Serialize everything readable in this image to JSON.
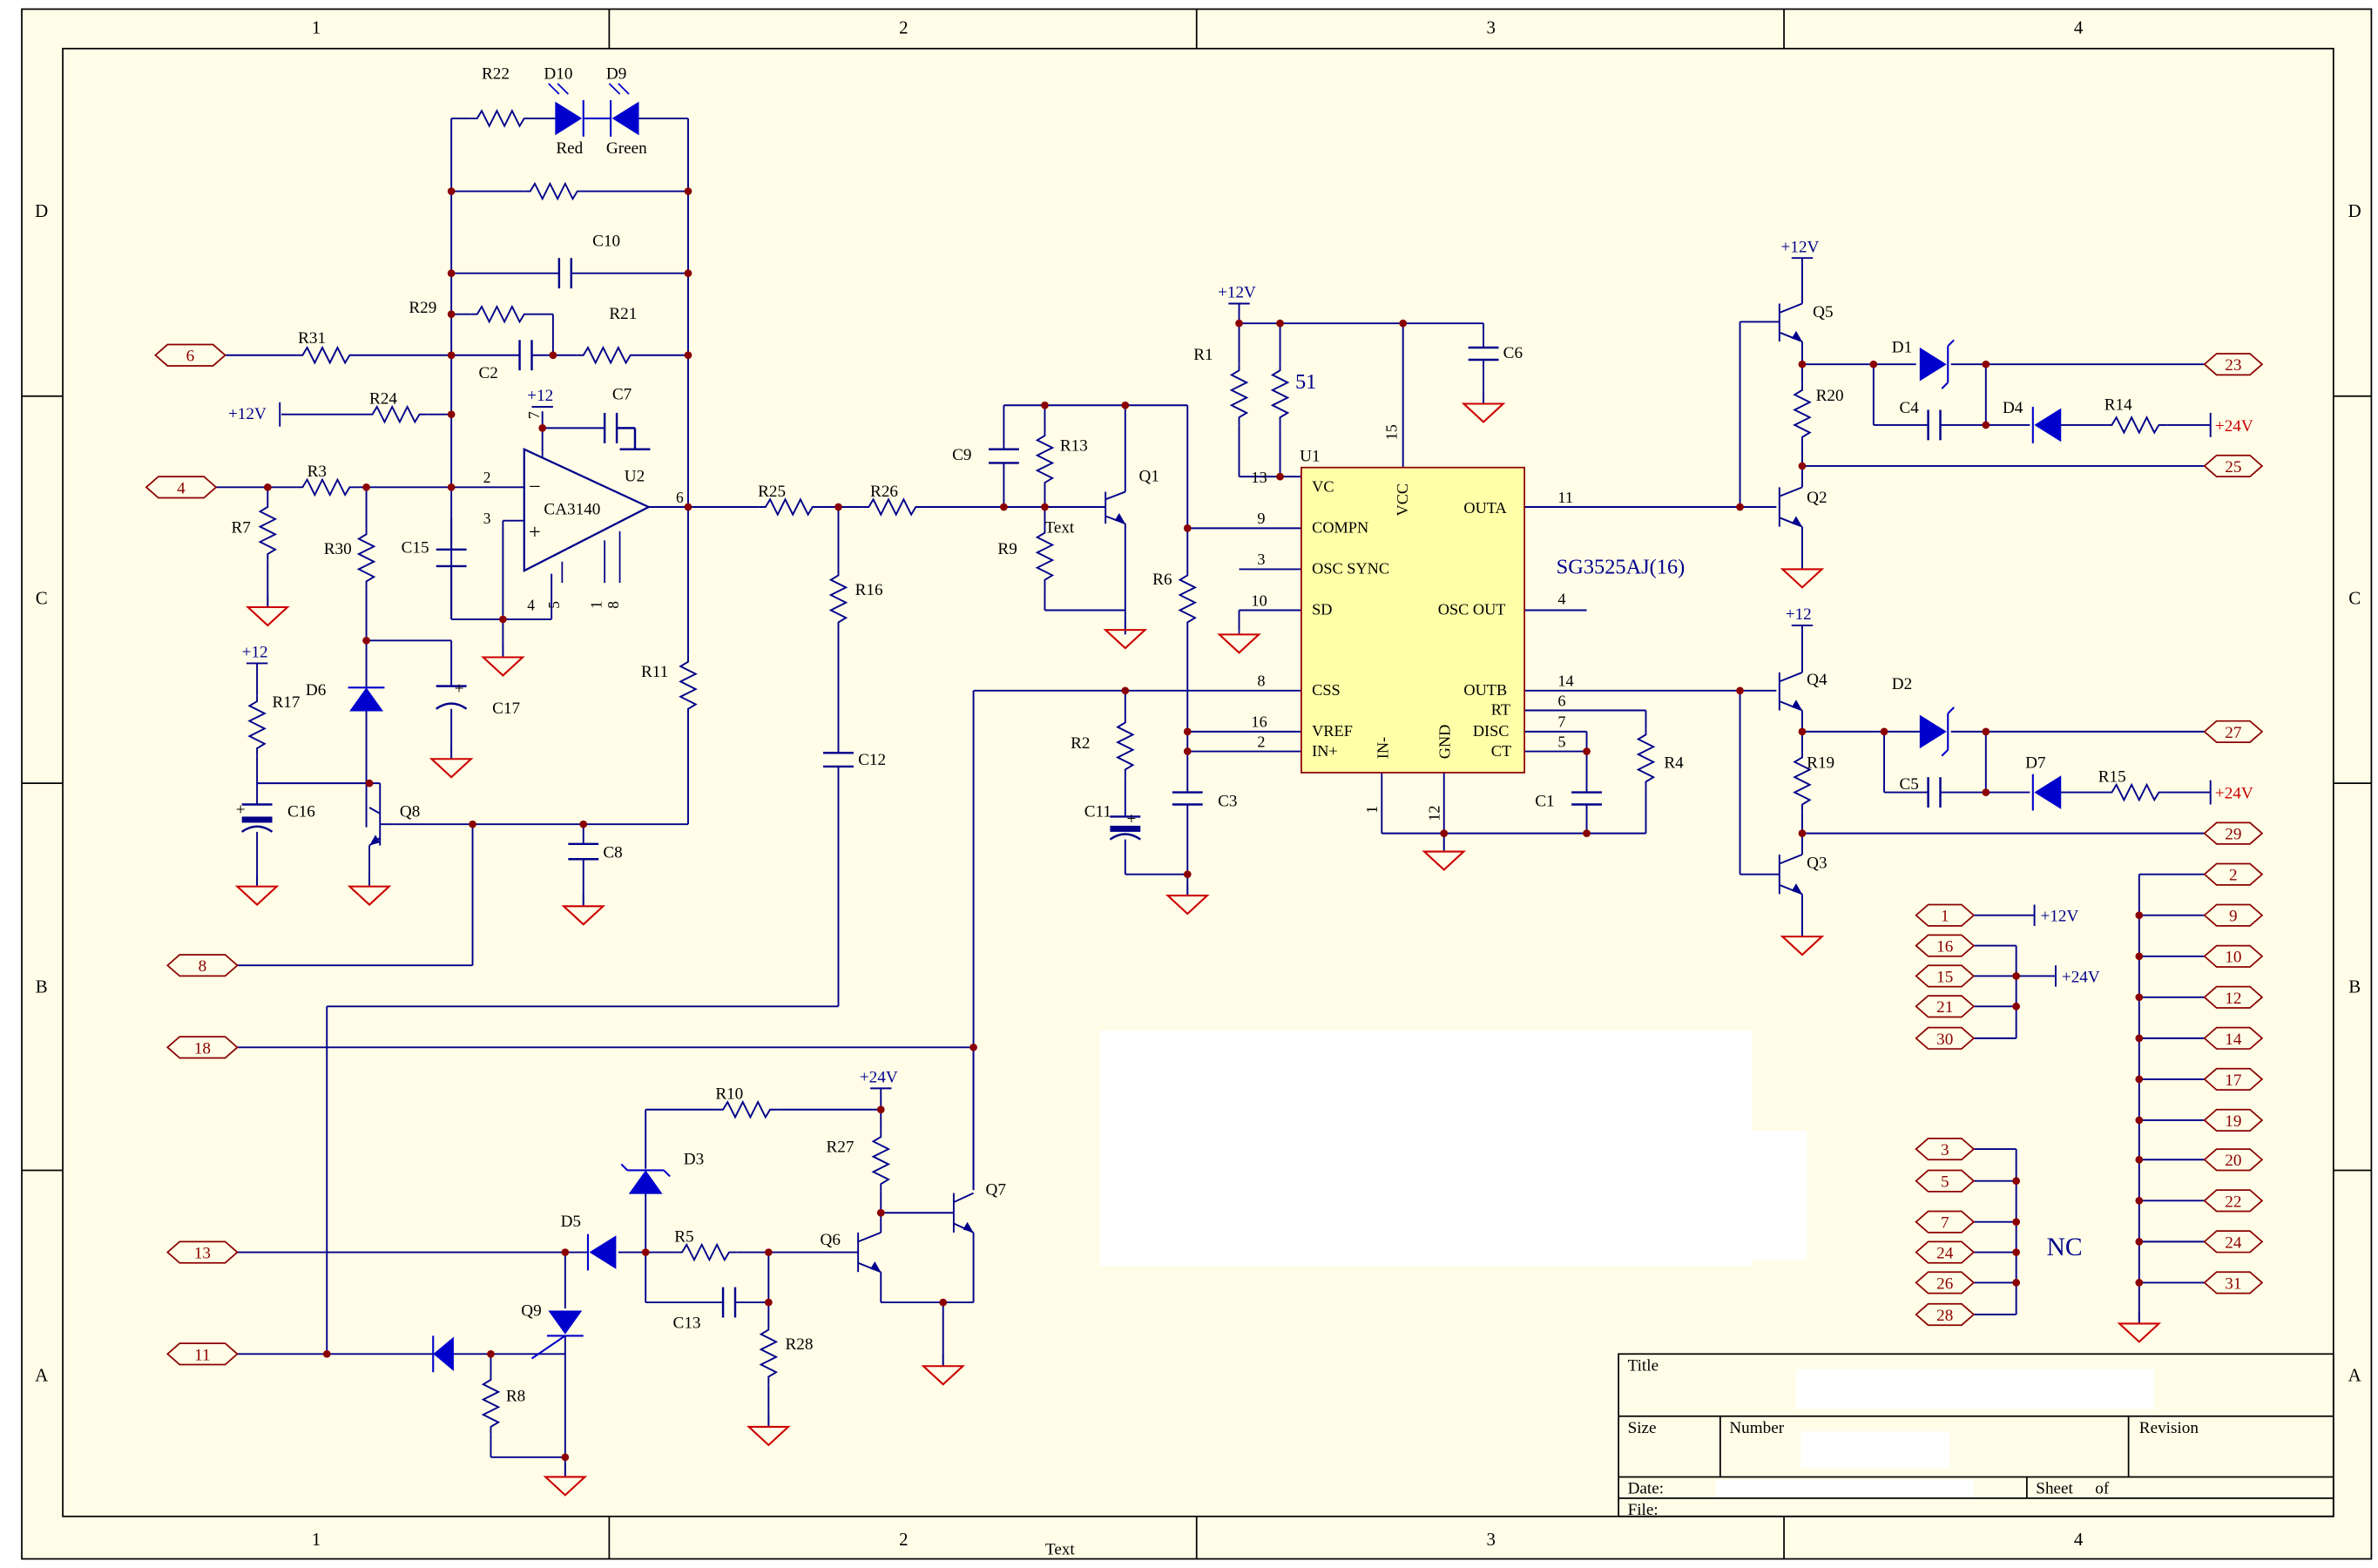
{
  "colors": {
    "paper": "#fffde7",
    "frame": "#000000",
    "wire": "#00008b",
    "junction": "#8b0000",
    "ground": "#cc0000",
    "port_text": "#8b0000",
    "label": "#000000",
    "title_text": "#000000"
  },
  "border": {
    "columns": [
      "1",
      "2",
      "3",
      "4"
    ],
    "rows": [
      "D",
      "C",
      "B",
      "A"
    ]
  },
  "components": {
    "resistors": [
      "R22",
      "R29",
      "R21",
      "R31",
      "R24",
      "R3",
      "R7",
      "R30",
      "R17",
      "R11",
      "R25",
      "R26",
      "R16",
      "R13",
      "R9",
      "R1",
      "R6",
      "R2",
      "R4",
      "R20",
      "R14",
      "R19",
      "R15",
      "R10",
      "R27",
      "R5",
      "R28",
      "R8"
    ],
    "capacitors": [
      "C10",
      "C2",
      "C7",
      "C15",
      "C17",
      "C16",
      "C8",
      "C12",
      "C9",
      "C6",
      "C11",
      "C3",
      "C1",
      "C4",
      "C5",
      "C13"
    ],
    "diodes": [
      "D10",
      "D9",
      "D6",
      "D1",
      "D4",
      "D2",
      "D7",
      "D3",
      "D5"
    ],
    "transistors": [
      "Q8",
      "Q1",
      "Q5",
      "Q2",
      "Q4",
      "Q3",
      "Q6",
      "Q7",
      "Q9"
    ],
    "r_51_value": "51",
    "led_red": "Red",
    "led_green": "Green",
    "opamp_ref": "U2",
    "opamp_part": "CA3140",
    "ic_ref": "U1",
    "ic_part": "SG3525AJ(16)",
    "text_marker": "Text",
    "nc_label": "NC"
  },
  "ic_pins_left": [
    {
      "num": "13",
      "name": "VC"
    },
    {
      "num": "9",
      "name": "COMPN"
    },
    {
      "num": "3",
      "name": "OSC SYNC"
    },
    {
      "num": "10",
      "name": "SD"
    },
    {
      "num": "8",
      "name": "CSS"
    },
    {
      "num": "16",
      "name": "VREF"
    },
    {
      "num": "2",
      "name": "IN+"
    }
  ],
  "ic_pins_right": [
    {
      "num": "11",
      "name": "OUTA"
    },
    {
      "num": "4",
      "name": "OSC OUT"
    },
    {
      "num": "14",
      "name": "OUTB"
    },
    {
      "num": "6",
      "name": "RT"
    },
    {
      "num": "7",
      "name": "DISC"
    },
    {
      "num": "5",
      "name": "CT"
    }
  ],
  "ic_pins_other": [
    {
      "num": "15",
      "name": "VCC"
    },
    {
      "num": "1",
      "name": "IN-"
    },
    {
      "num": "12",
      "name": "GND"
    }
  ],
  "opamp_pins": [
    "2",
    "3",
    "6",
    "7",
    "4",
    "5",
    "1",
    "8"
  ],
  "power": {
    "p12v": "+12V",
    "p12": "+12",
    "p24v": "+24V"
  },
  "ports_left": [
    "6",
    "4",
    "8",
    "18",
    "13",
    "11"
  ],
  "ports_right": [
    "23",
    "25",
    "27",
    "29"
  ],
  "port_groups": {
    "g12v": [
      "1"
    ],
    "g24v": [
      "16",
      "15",
      "21",
      "30"
    ],
    "nc": [
      "3",
      "5",
      "7",
      "24",
      "26",
      "28"
    ],
    "gnd": [
      "2",
      "9",
      "10",
      "12",
      "14",
      "17",
      "19",
      "20",
      "22",
      "24",
      "31"
    ]
  },
  "title_block": {
    "title": "Title",
    "size": "Size",
    "number": "Number",
    "revision": "Revision",
    "date": "Date:",
    "file": "File:",
    "sheet": "Sheet",
    "of": "of",
    "bottom_text": "Text"
  }
}
